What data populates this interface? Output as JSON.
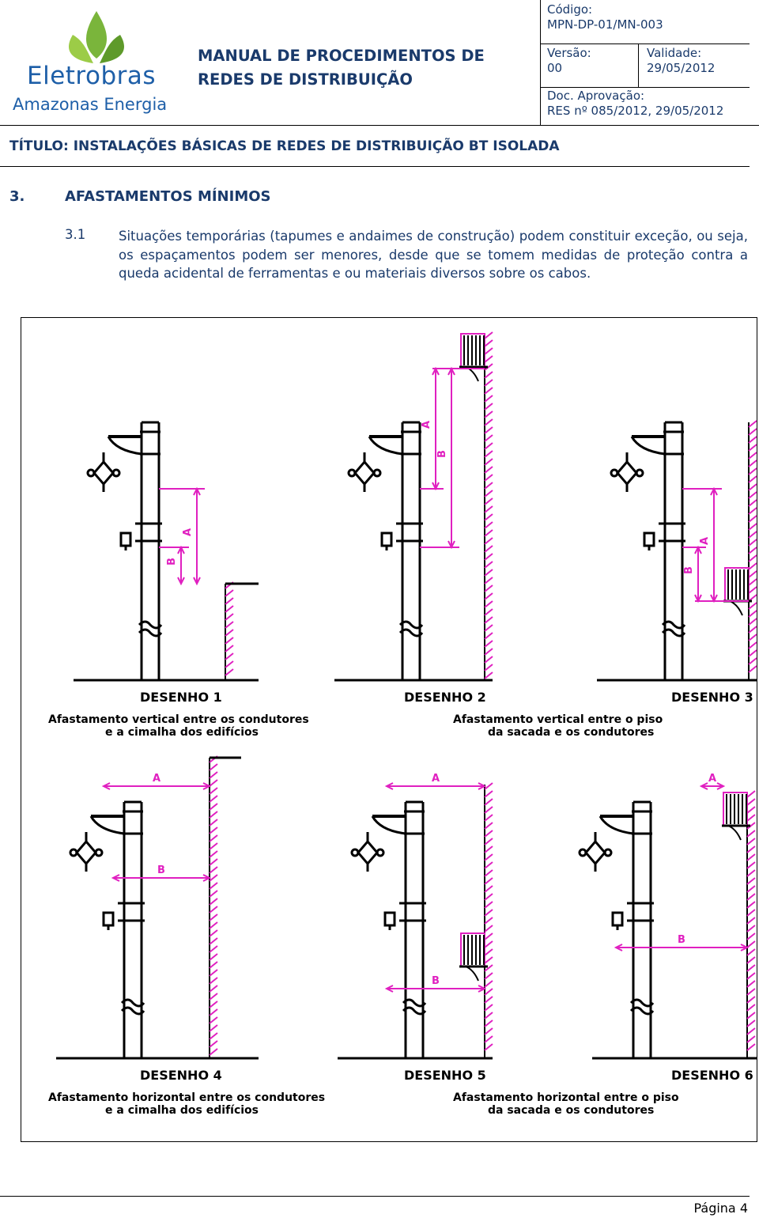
{
  "header": {
    "logo_name": "Eletrobras",
    "logo_sub": "Amazonas Energia",
    "manual_title_1": "MANUAL DE PROCEDIMENTOS DE",
    "manual_title_2": "REDES DE DISTRIBUIÇÃO",
    "codigo_label": "Código:",
    "codigo_value": "MPN-DP-01/MN-003",
    "versao_label": "Versão:",
    "versao_value": "00",
    "validade_label": "Validade:",
    "validade_value": "29/05/2012",
    "aprovacao_label": "Doc. Aprovação:",
    "aprovacao_value": "RES nº 085/2012, 29/05/2012"
  },
  "titulo": "TÍTULO: INSTALAÇÕES BÁSICAS DE REDES DE DISTRIBUIÇÃO BT ISOLADA",
  "section": {
    "number": "3.",
    "title": "AFASTAMENTOS MÍNIMOS"
  },
  "paragraph": {
    "number": "3.1",
    "text": "Situações temporárias (tapumes e andaimes de construção) podem constituir exceção, ou seja, os espaçamentos podem ser menores, desde que se tomem medidas de proteção contra a queda acidental de ferramentas e ou materiais diversos sobre os cabos."
  },
  "drawings": [
    {
      "label": "DESENHO 1",
      "caption_1": "Afastamento vertical entre os condutores",
      "caption_2": "e a cimalha dos edifícios"
    },
    {
      "label": "DESENHO 2",
      "caption_1": "Afastamento vertical entre o piso",
      "caption_2": "da sacada e os condutores"
    },
    {
      "label": "DESENHO 3"
    },
    {
      "label": "DESENHO 4",
      "caption_1": "Afastamento horizontal entre os condutores",
      "caption_2": "e a cimalha dos edifícios"
    },
    {
      "label": "DESENHO 5",
      "caption_1": "Afastamento horizontal entre o piso",
      "caption_2": "da sacada e os condutores"
    },
    {
      "label": "DESENHO 6"
    }
  ],
  "dim_labels": {
    "a": "A",
    "b": "B"
  },
  "colors": {
    "dimension": "#e020c0",
    "text": "#1a3a6b",
    "logo": "#1e5fa8"
  },
  "footer": {
    "page": "Página 4"
  }
}
